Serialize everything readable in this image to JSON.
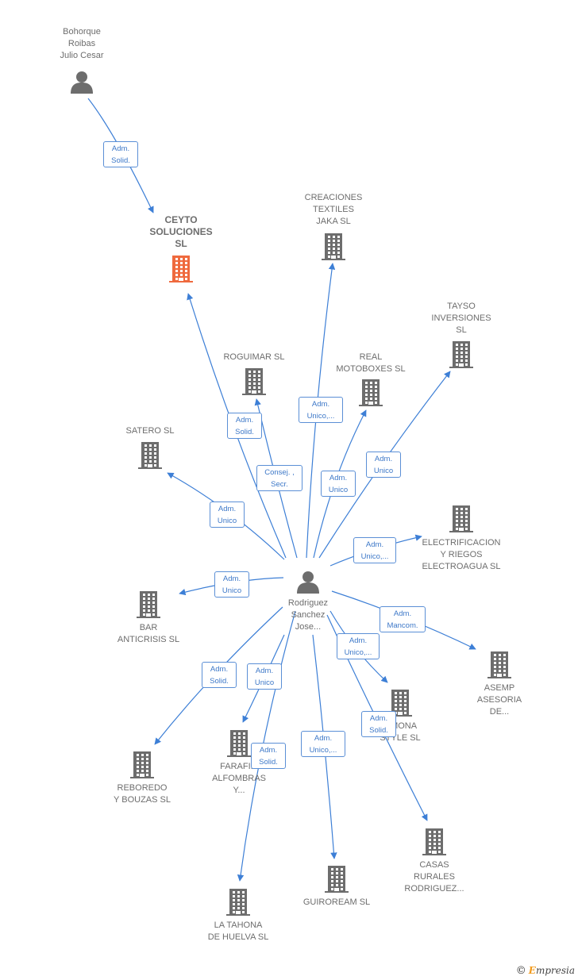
{
  "colors": {
    "edge": "#3d7fd6",
    "building": "#6d6d6d",
    "focus_building": "#ef6a3e",
    "person": "#6d6d6d",
    "label": "#6d6d6d",
    "rel_text": "#3d78c8"
  },
  "nodes": [
    {
      "id": "bohorque",
      "kind": "person",
      "label": "Bohorque\nRoibas\nJulio Cesar"
    },
    {
      "id": "ceyto",
      "kind": "company",
      "focus": true,
      "label": "CEYTO\nSOLUCIONES\nSL"
    },
    {
      "id": "creaciones",
      "kind": "company",
      "label": "CREACIONES\nTEXTILES\nJAKA  SL"
    },
    {
      "id": "tayso",
      "kind": "company",
      "label": "TAYSO\nINVERSIONES\nSL"
    },
    {
      "id": "roguimar",
      "kind": "company",
      "label": "ROGUIMAR SL"
    },
    {
      "id": "real",
      "kind": "company",
      "label": "REAL\nMOTOBOXES SL"
    },
    {
      "id": "satero",
      "kind": "company",
      "label": "SATERO  SL"
    },
    {
      "id": "electrificacion",
      "kind": "company",
      "label": "ELECTRIFICACION\nY RIEGOS\nELECTROAGUA SL"
    },
    {
      "id": "rodriguez",
      "kind": "person",
      "label": "Rodriguez\nSanchez\nJose..."
    },
    {
      "id": "bar",
      "kind": "company",
      "label": "BAR\nANTICRISIS SL"
    },
    {
      "id": "asemp",
      "kind": "company",
      "label": "ASEMP\nASESORIA\nDE..."
    },
    {
      "id": "carmona",
      "kind": "company",
      "label": "...MONA\nSTYLE  SL"
    },
    {
      "id": "reboredo",
      "kind": "company",
      "label": "REBOREDO\nY BOUZAS SL"
    },
    {
      "id": "farafi",
      "kind": "company",
      "label": "FARAFI...\nALFOMBRAS\nY..."
    },
    {
      "id": "casas",
      "kind": "company",
      "label": "CASAS\nRURALES\nRODRIGUEZ..."
    },
    {
      "id": "guiroream",
      "kind": "company",
      "label": "GUIROREAM SL"
    },
    {
      "id": "tahona",
      "kind": "company",
      "label": "LA TAHONA\nDE HUELVA SL"
    }
  ],
  "relations": [
    {
      "from": "bohorque",
      "to": "ceyto",
      "label": "Adm.\nSolid."
    },
    {
      "from": "rodriguez",
      "to": "ceyto",
      "label": "Adm.\nSolid."
    },
    {
      "from": "rodriguez",
      "to": "roguimar",
      "label": "Consej. ,\nSecr."
    },
    {
      "from": "rodriguez",
      "to": "creaciones",
      "label": "Adm.\nUnico,..."
    },
    {
      "from": "rodriguez",
      "to": "real",
      "label": "Adm.\nUnico"
    },
    {
      "from": "rodriguez",
      "to": "tayso",
      "label": "Adm.\nUnico"
    },
    {
      "from": "rodriguez",
      "to": "satero",
      "label": "Adm.\nUnico"
    },
    {
      "from": "rodriguez",
      "to": "electrificacion",
      "label": "Adm.\nUnico,..."
    },
    {
      "from": "rodriguez",
      "to": "bar",
      "label": "Adm.\nUnico"
    },
    {
      "from": "rodriguez",
      "to": "asemp",
      "label": "Adm.\nMancom."
    },
    {
      "from": "rodriguez",
      "to": "carmona",
      "label": "Adm.\nUnico,..."
    },
    {
      "from": "rodriguez",
      "to": "casas",
      "label": "Adm.\nSolid."
    },
    {
      "from": "rodriguez",
      "to": "reboredo",
      "label": "Adm.\nSolid."
    },
    {
      "from": "rodriguez",
      "to": "farafi",
      "label": "Adm.\nUnico"
    },
    {
      "from": "rodriguez",
      "to": "tahona",
      "label": "Adm.\nSolid."
    },
    {
      "from": "rodriguez",
      "to": "guiroream",
      "label": "Adm.\nUnico,..."
    }
  ],
  "brand": {
    "copyright": "©",
    "name": "mpresia",
    "initial": "E"
  }
}
